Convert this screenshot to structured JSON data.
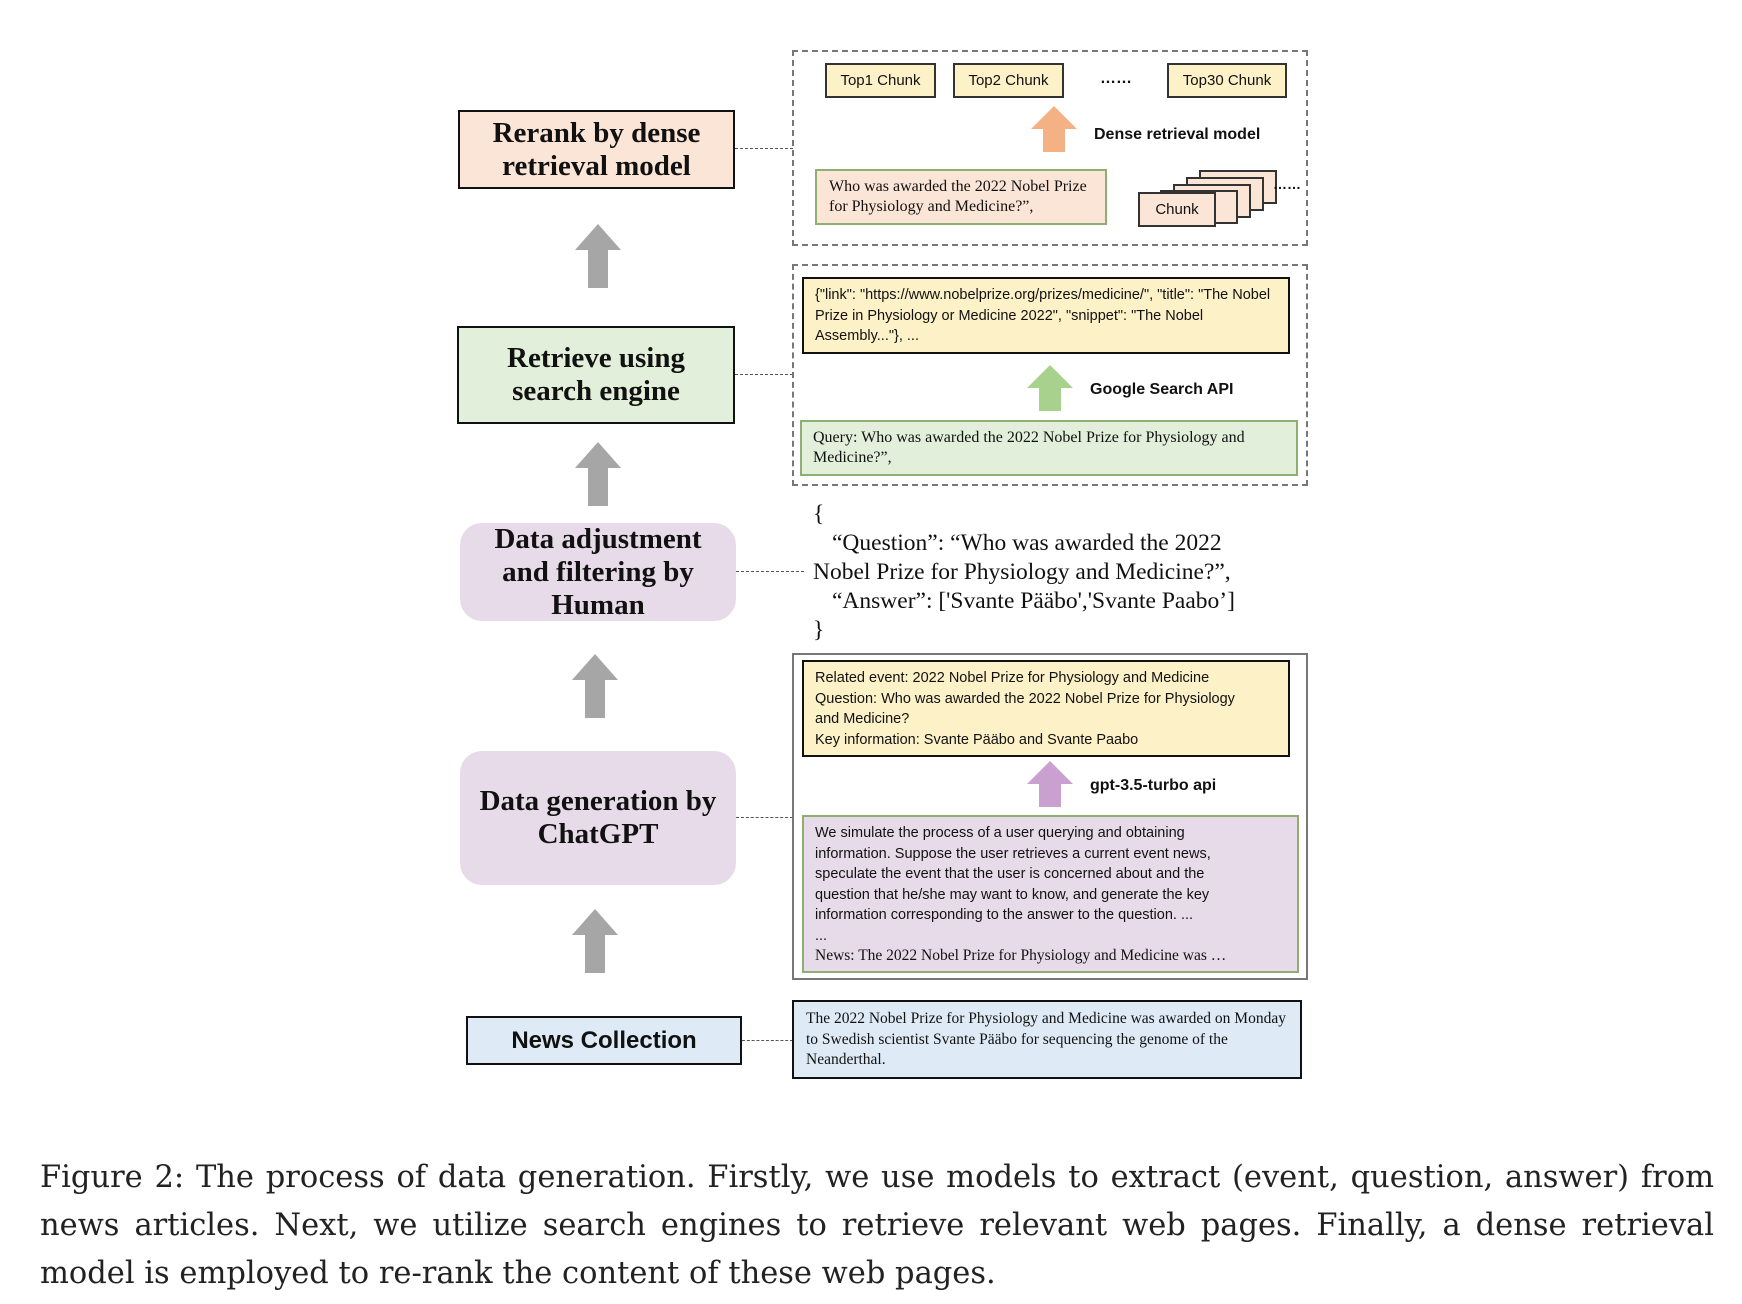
{
  "stages": {
    "rerank": "Rerank by dense retrieval model",
    "retrieve": "Retrieve using search engine",
    "adjust": "Data adjustment and filtering by Human",
    "generate": "Data generation by ChatGPT",
    "news": "News Collection"
  },
  "rerank_panel": {
    "chunks": [
      "Top1 Chunk",
      "Top2 Chunk",
      "……",
      "Top30 Chunk"
    ],
    "model_label": "Dense retrieval model",
    "question": "Who was awarded the 2022 Nobel Prize for Physiology and Medicine?”,",
    "chunk_label": "Chunk",
    "chunk_ellipsis": "……"
  },
  "search_panel": {
    "result": "{\"link\": \"https://www.nobelprize.org/prizes/medicine/\", \"title\": \"The Nobel Prize in Physiology or Medicine 2022\", \"snippet\": \"The Nobel Assembly...\"}, ...",
    "api_label": "Google Search API",
    "query": "Query: Who was awarded the 2022 Nobel Prize for Physiology and Medicine?”,"
  },
  "json_sample": {
    "open": "{",
    "question_line": "“Question”: “Who was awarded the 2022",
    "question_line2": "Nobel Prize for Physiology and Medicine?”,",
    "answer_line": "“Answer”: ['Svante Pääbo','Svante Paabo’]",
    "close": "}"
  },
  "gen_panel": {
    "output_lines": [
      "Related event: 2022 Nobel Prize for Physiology and Medicine",
      "Question: Who was awarded the 2022 Nobel Prize for Physiology",
      "and Medicine?",
      "Key information: Svante Pääbo and Svante Paabo"
    ],
    "api_label": "gpt-3.5-turbo api",
    "prompt_lines": [
      "We simulate the process of a user querying and obtaining",
      "information. Suppose the user retrieves a current event news,",
      "speculate the event that the user is concerned about and the",
      "question that he/she may want to know, and generate the key",
      "information corresponding to the answer to the question. ...",
      "..."
    ],
    "prompt_news": "News: The 2022 Nobel Prize for Physiology and Medicine was …"
  },
  "news_text": "The 2022 Nobel Prize for Physiology and Medicine was awarded on Monday to Swedish scientist Svante Pääbo for sequencing the genome of the Neanderthal.",
  "caption": "Figure 2: The process of data generation. Firstly, we use models to extract (event, question, answer) from news articles. Next, we utilize search engines to retrieve relevant web pages. Finally, a dense retrieval model is employed to re-rank the content of these web pages.",
  "colors": {
    "rerank_fill": "#fbe5d6",
    "retrieve_fill": "#e2efda",
    "human_fill": "#e8dbe9",
    "news_fill": "#deebf7",
    "yellow_fill": "#fdf1c7",
    "arrow_gray": "#a6a6a6",
    "arrow_orange": "#f4b183",
    "arrow_green": "#a9d18e",
    "arrow_purple": "#c9a0cf"
  }
}
